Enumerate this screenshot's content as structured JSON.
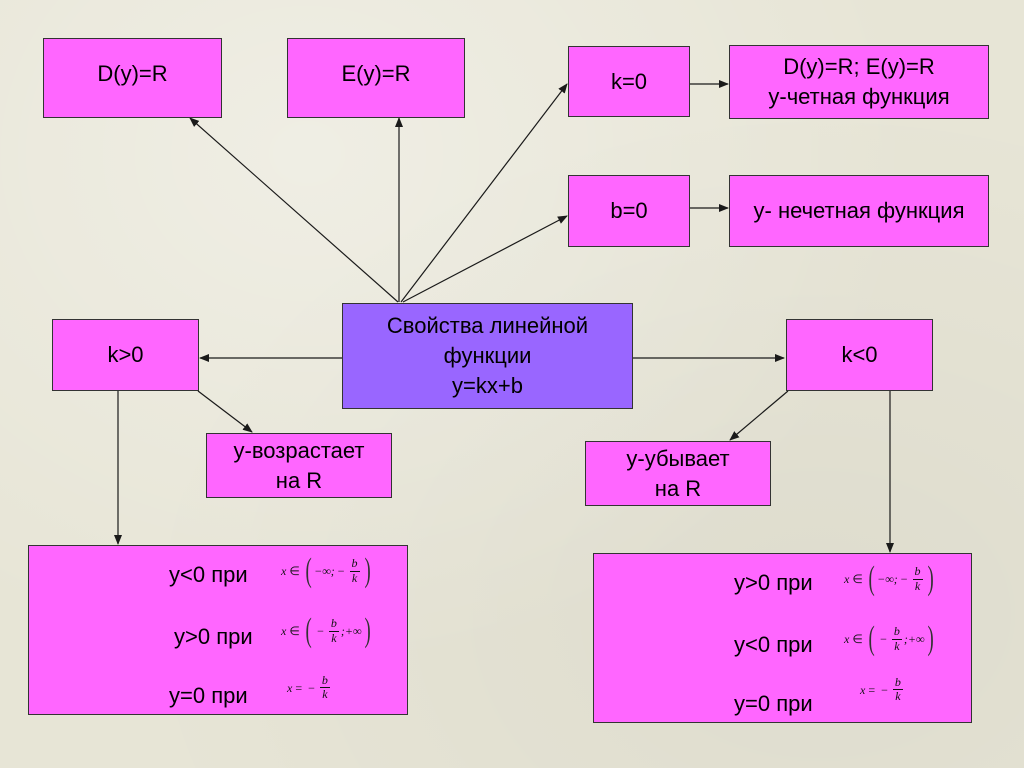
{
  "center": {
    "line1": "Свойства линейной",
    "line2": "функции",
    "line3": "y=kx+b"
  },
  "domain": "D(y)=R",
  "range": "E(y)=R",
  "k_zero": {
    "label": "k=0",
    "result_line1": "D(y)=R; E(y)=R",
    "result_line2": "y-четная функция"
  },
  "b_zero": {
    "label": "b=0",
    "result": "y- нечетная функция"
  },
  "k_pos": {
    "label": "k>0",
    "monotonic_line1": "y-возрастает",
    "monotonic_line2": "на R",
    "conditions": [
      {
        "text": "y<0 при",
        "x": "x",
        "in": "∈",
        "left": "−∞;",
        "sign": "−",
        "num": "b",
        "den": "k",
        "right": ""
      },
      {
        "text": "y>0 при",
        "x": "x",
        "in": "∈",
        "left": "",
        "sign": "−",
        "num": "b",
        "den": "k",
        "right": ";+∞"
      },
      {
        "text": "y=0 при",
        "x": "x",
        "eq": "=",
        "sign": "−",
        "num": "b",
        "den": "k"
      }
    ]
  },
  "k_neg": {
    "label": "k<0",
    "monotonic_line1": "y-убывает",
    "monotonic_line2": "на R",
    "conditions": [
      {
        "text": "y>0 при",
        "x": "x",
        "in": "∈",
        "left": "−∞;",
        "sign": "−",
        "num": "b",
        "den": "k",
        "right": ""
      },
      {
        "text": "y<0 при",
        "x": "x",
        "in": "∈",
        "left": "",
        "sign": "−",
        "num": "b",
        "den": "k",
        "right": ";+∞"
      },
      {
        "text": "y=0 при",
        "x": "x",
        "eq": "=",
        "sign": "−",
        "num": "b",
        "den": "k"
      }
    ]
  },
  "colors": {
    "box": "#ff66ff",
    "center": "#9966ff",
    "background": "#e7e5d6",
    "line": "#1a1a1a"
  }
}
